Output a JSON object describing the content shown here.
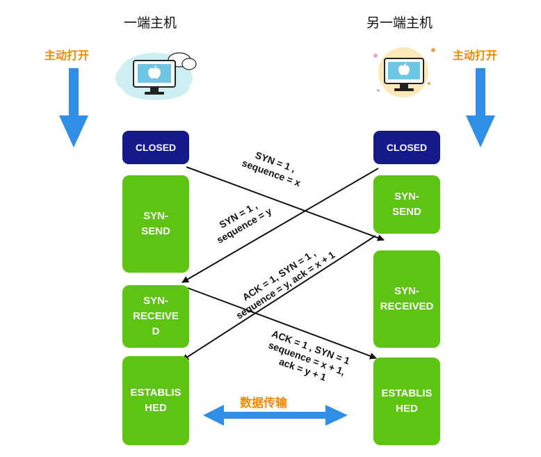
{
  "hosts": {
    "left_title": "一端主机",
    "right_title": "另一端主机",
    "left_open": "主动打开",
    "right_open": "主动打开"
  },
  "states": {
    "left": [
      "CLOSED",
      "SYN-\nSEND",
      "SYN-\nRECEIVE\nD",
      "ESTABLIS\nHED"
    ],
    "right": [
      "CLOSED",
      "SYN-\nSEND",
      "SYN-\nRECEIVED",
      "ESTABLIS\nHED"
    ]
  },
  "messages": {
    "m1": [
      "SYN = 1 ,",
      "sequence = x"
    ],
    "m2": [
      "SYN = 1 ,",
      "sequence = y"
    ],
    "m3": [
      "ACK = 1, SYN = 1 ,",
      "sequence = y, ack = x + 1"
    ],
    "m4": [
      "ACK = 1 , SYN = 1",
      "sequence = x + 1,",
      "ack = y + 1"
    ]
  },
  "transfer_label": "数据传输",
  "colors": {
    "closed": "#151a8a",
    "state": "#5ec414",
    "accent": "#f08a00",
    "arrow": "#2f8ee6"
  },
  "icons": [
    "computer-in-cloud-icon",
    "computer-in-circle-icon",
    "apple-logo-icon"
  ]
}
